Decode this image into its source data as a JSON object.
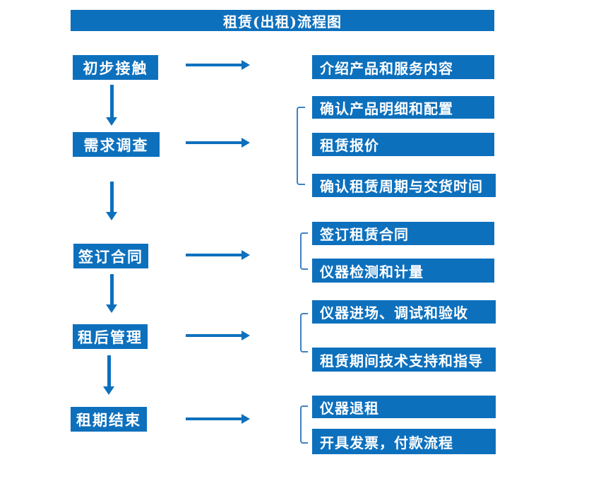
{
  "title": "租赁(出租)流程图",
  "colors": {
    "box_blue": "#0d70bd",
    "bracket_blue": "#3d82c4",
    "text_white": "#ffffff",
    "background": "#ffffff"
  },
  "flow": [
    {
      "step": "初步接触",
      "outputs": [
        "介绍产品和服务内容"
      ]
    },
    {
      "step": "需求调查",
      "outputs": [
        "确认产品明细和配置",
        "租赁报价",
        "确认租赁周期与交货时间"
      ]
    },
    {
      "step": "签订合同",
      "outputs": [
        "签订租赁合同",
        "仪器检测和计量"
      ]
    },
    {
      "step": "租后管理",
      "outputs": [
        "仪器进场、调试和验收",
        "租赁期间技术支持和指导"
      ]
    },
    {
      "step": "租期结束",
      "outputs": [
        "仪器退租",
        "开具发票，付款流程"
      ]
    }
  ]
}
